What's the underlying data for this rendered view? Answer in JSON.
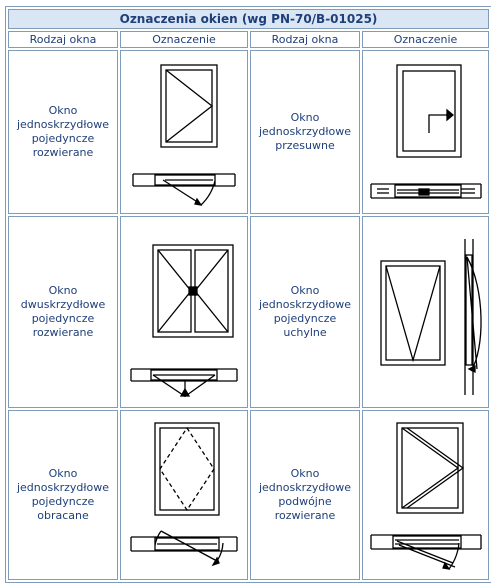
{
  "title": "Oznaczenia okien (wg PN-70/B-01025)",
  "headers": [
    "Rodzaj okna",
    "Oznaczenie",
    "Rodzaj okna",
    "Oznaczenie"
  ],
  "cells": [
    {
      "lines": [
        "Okno",
        "jednoskrzydłowe",
        "pojedyncze",
        "rozwierane"
      ],
      "icon": "single-casement-window-symbol"
    },
    {
      "lines": [
        "Okno",
        "jednoskrzydłowe",
        "przesuwne"
      ],
      "icon": "sliding-window-symbol"
    },
    {
      "lines": [
        "Okno",
        "dwuskrzydłowe",
        "pojedyncze",
        "rozwierane"
      ],
      "icon": "double-casement-window-symbol"
    },
    {
      "lines": [
        "Okno",
        "jednoskrzydłowe",
        "pojedyncze",
        "uchylne"
      ],
      "icon": "hopper-window-symbol"
    },
    {
      "lines": [
        "Okno",
        "jednoskrzydłowe",
        "pojedyncze",
        "obracane"
      ],
      "icon": "pivot-window-symbol"
    },
    {
      "lines": [
        "Okno",
        "jednoskrzydłowe",
        "podwójne",
        "rozwierane"
      ],
      "icon": "double-glazed-casement-window-symbol"
    }
  ]
}
